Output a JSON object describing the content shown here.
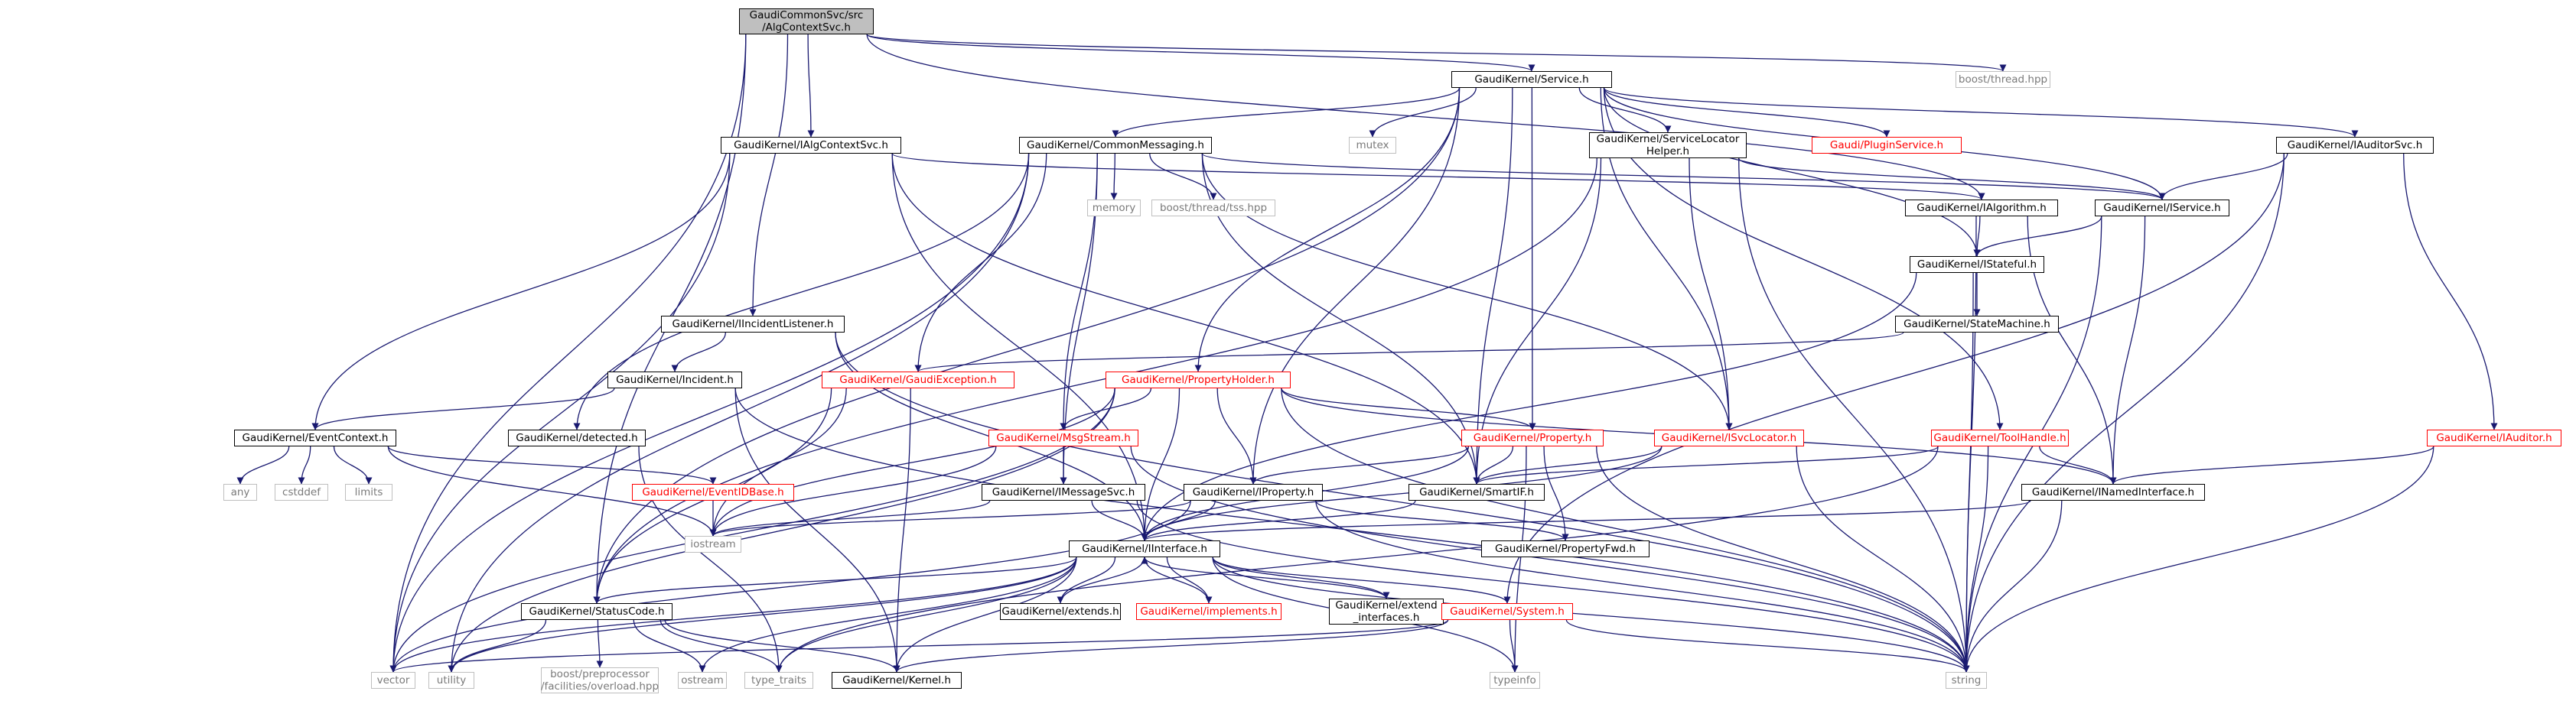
{
  "diagram": {
    "title": "GaudiCommonSvc/src/AlgContextSvc.h",
    "colors": {
      "edge": "#191970",
      "node_border": "#000000",
      "missing_file": "#ff0000",
      "external_border": "#bfbfbf",
      "external_text": "#7a7a7a",
      "root_fill": "#bfbfbf"
    },
    "nodes": [
      {
        "id": "root",
        "label": "GaudiCommonSvc/src\n/AlgContextSvc.h",
        "kind": "root"
      },
      {
        "id": "service_h",
        "label": "GaudiKernel/Service.h",
        "kind": "file"
      },
      {
        "id": "boost_thread",
        "label": "boost/thread.hpp",
        "kind": "external"
      },
      {
        "id": "ialgcontextsvc",
        "label": "GaudiKernel/IAlgContextSvc.h",
        "kind": "file"
      },
      {
        "id": "commonmessaging",
        "label": "GaudiKernel/CommonMessaging.h",
        "kind": "file"
      },
      {
        "id": "mutex",
        "label": "mutex",
        "kind": "external"
      },
      {
        "id": "servicelocatorhelper",
        "label": "GaudiKernel/ServiceLocator\nHelper.h",
        "kind": "file"
      },
      {
        "id": "pluginservice",
        "label": "Gaudi/PluginService.h",
        "kind": "missing"
      },
      {
        "id": "iauditorsvc",
        "label": "GaudiKernel/IAuditorSvc.h",
        "kind": "file"
      },
      {
        "id": "memory",
        "label": "memory",
        "kind": "external"
      },
      {
        "id": "boost_tss",
        "label": "boost/thread/tss.hpp",
        "kind": "external"
      },
      {
        "id": "ialgorithm",
        "label": "GaudiKernel/IAlgorithm.h",
        "kind": "file"
      },
      {
        "id": "iservice",
        "label": "GaudiKernel/IService.h",
        "kind": "file"
      },
      {
        "id": "istateful",
        "label": "GaudiKernel/IStateful.h",
        "kind": "file"
      },
      {
        "id": "statemachine",
        "label": "GaudiKernel/StateMachine.h",
        "kind": "file"
      },
      {
        "id": "iincidentlistener",
        "label": "GaudiKernel/IIncidentListener.h",
        "kind": "file"
      },
      {
        "id": "incident",
        "label": "GaudiKernel/Incident.h",
        "kind": "file"
      },
      {
        "id": "gaudiexception",
        "label": "GaudiKernel/GaudiException.h",
        "kind": "missing"
      },
      {
        "id": "propertyholder",
        "label": "GaudiKernel/PropertyHolder.h",
        "kind": "missing"
      },
      {
        "id": "eventcontext",
        "label": "GaudiKernel/EventContext.h",
        "kind": "file"
      },
      {
        "id": "detected",
        "label": "GaudiKernel/detected.h",
        "kind": "file"
      },
      {
        "id": "msgstream",
        "label": "GaudiKernel/MsgStream.h",
        "kind": "missing"
      },
      {
        "id": "property",
        "label": "GaudiKernel/Property.h",
        "kind": "missing"
      },
      {
        "id": "isvclocator",
        "label": "GaudiKernel/ISvcLocator.h",
        "kind": "missing"
      },
      {
        "id": "toolhandle",
        "label": "GaudiKernel/ToolHandle.h",
        "kind": "missing"
      },
      {
        "id": "iauditor",
        "label": "GaudiKernel/IAuditor.h",
        "kind": "missing"
      },
      {
        "id": "any",
        "label": "any",
        "kind": "external"
      },
      {
        "id": "cstddef",
        "label": "cstddef",
        "kind": "external"
      },
      {
        "id": "limits",
        "label": "limits",
        "kind": "external"
      },
      {
        "id": "eventidbase",
        "label": "GaudiKernel/EventIDBase.h",
        "kind": "missing"
      },
      {
        "id": "imessagesvc",
        "label": "GaudiKernel/IMessageSvc.h",
        "kind": "file"
      },
      {
        "id": "iproperty",
        "label": "GaudiKernel/IProperty.h",
        "kind": "file"
      },
      {
        "id": "smartif",
        "label": "GaudiKernel/SmartIF.h",
        "kind": "file"
      },
      {
        "id": "inamedinterface",
        "label": "GaudiKernel/INamedInterface.h",
        "kind": "file"
      },
      {
        "id": "iostream",
        "label": "iostream",
        "kind": "external"
      },
      {
        "id": "propertyfwd",
        "label": "GaudiKernel/PropertyFwd.h",
        "kind": "file"
      },
      {
        "id": "iinterface",
        "label": "GaudiKernel/IInterface.h",
        "kind": "file"
      },
      {
        "id": "statuscode",
        "label": "GaudiKernel/StatusCode.h",
        "kind": "file"
      },
      {
        "id": "extends",
        "label": "GaudiKernel/extends.h",
        "kind": "file"
      },
      {
        "id": "implements",
        "label": "GaudiKernel/implements.h",
        "kind": "missing"
      },
      {
        "id": "extend_interfaces",
        "label": "GaudiKernel/extend\n_interfaces.h",
        "kind": "file"
      },
      {
        "id": "system",
        "label": "GaudiKernel/System.h",
        "kind": "missing"
      },
      {
        "id": "vector",
        "label": "vector",
        "kind": "external"
      },
      {
        "id": "utility",
        "label": "utility",
        "kind": "external"
      },
      {
        "id": "boost_overload",
        "label": "boost/preprocessor\n/facilities/overload.hpp",
        "kind": "external"
      },
      {
        "id": "ostream",
        "label": "ostream",
        "kind": "external"
      },
      {
        "id": "type_traits",
        "label": "type_traits",
        "kind": "external"
      },
      {
        "id": "kernel",
        "label": "GaudiKernel/Kernel.h",
        "kind": "file"
      },
      {
        "id": "typeinfo",
        "label": "typeinfo",
        "kind": "external"
      },
      {
        "id": "string",
        "label": "string",
        "kind": "external"
      }
    ],
    "edges": [
      [
        "root",
        "service_h"
      ],
      [
        "root",
        "boost_thread"
      ],
      [
        "root",
        "ialgcontextsvc"
      ],
      [
        "root",
        "iincidentlistener"
      ],
      [
        "root",
        "ialgorithm"
      ],
      [
        "root",
        "statuscode"
      ],
      [
        "root",
        "vector"
      ],
      [
        "service_h",
        "commonmessaging"
      ],
      [
        "service_h",
        "mutex"
      ],
      [
        "service_h",
        "servicelocatorhelper"
      ],
      [
        "service_h",
        "pluginservice"
      ],
      [
        "service_h",
        "iauditorsvc"
      ],
      [
        "service_h",
        "iservice"
      ],
      [
        "service_h",
        "istateful"
      ],
      [
        "service_h",
        "propertyholder"
      ],
      [
        "service_h",
        "property"
      ],
      [
        "service_h",
        "isvclocator"
      ],
      [
        "service_h",
        "toolhandle"
      ],
      [
        "service_h",
        "smartif"
      ],
      [
        "service_h",
        "iproperty"
      ],
      [
        "service_h",
        "statuscode"
      ],
      [
        "ialgcontextsvc",
        "iinterface"
      ],
      [
        "ialgcontextsvc",
        "eventcontext"
      ],
      [
        "ialgcontextsvc",
        "vector"
      ],
      [
        "ialgcontextsvc",
        "ialgorithm"
      ],
      [
        "ialgcontextsvc",
        "smartif"
      ],
      [
        "commonmessaging",
        "memory"
      ],
      [
        "commonmessaging",
        "boost_tss"
      ],
      [
        "commonmessaging",
        "gaudiexception"
      ],
      [
        "commonmessaging",
        "msgstream"
      ],
      [
        "commonmessaging",
        "imessagesvc"
      ],
      [
        "commonmessaging",
        "isvclocator"
      ],
      [
        "commonmessaging",
        "detected"
      ],
      [
        "commonmessaging",
        "smartif"
      ],
      [
        "commonmessaging",
        "iservice"
      ],
      [
        "commonmessaging",
        "vector"
      ],
      [
        "commonmessaging",
        "utility"
      ],
      [
        "servicelocatorhelper",
        "isvclocator"
      ],
      [
        "servicelocatorhelper",
        "iservice"
      ],
      [
        "servicelocatorhelper",
        "string"
      ],
      [
        "servicelocatorhelper",
        "smartif"
      ],
      [
        "servicelocatorhelper",
        "statuscode"
      ],
      [
        "iauditorsvc",
        "iservice"
      ],
      [
        "iauditorsvc",
        "iauditor"
      ],
      [
        "iauditorsvc",
        "system"
      ],
      [
        "iauditorsvc",
        "string"
      ],
      [
        "ialgorithm",
        "istateful"
      ],
      [
        "ialgorithm",
        "inamedinterface"
      ],
      [
        "ialgorithm",
        "string"
      ],
      [
        "iservice",
        "istateful"
      ],
      [
        "iservice",
        "inamedinterface"
      ],
      [
        "iservice",
        "string"
      ],
      [
        "istateful",
        "statemachine"
      ],
      [
        "istateful",
        "iinterface"
      ],
      [
        "istateful",
        "string"
      ],
      [
        "statemachine",
        "gaudiexception"
      ],
      [
        "iincidentlistener",
        "incident"
      ],
      [
        "iincidentlistener",
        "iinterface"
      ],
      [
        "iincidentlistener",
        "string"
      ],
      [
        "incident",
        "eventcontext"
      ],
      [
        "incident",
        "kernel"
      ],
      [
        "incident",
        "string"
      ],
      [
        "gaudiexception",
        "kernel"
      ],
      [
        "gaudiexception",
        "statuscode"
      ],
      [
        "gaudiexception",
        "iostream"
      ],
      [
        "propertyholder",
        "property"
      ],
      [
        "propertyholder",
        "msgstream"
      ],
      [
        "propertyholder",
        "inamedinterface"
      ],
      [
        "propertyholder",
        "iproperty"
      ],
      [
        "propertyholder",
        "iinterface"
      ],
      [
        "propertyholder",
        "utility"
      ],
      [
        "propertyholder",
        "vector"
      ],
      [
        "propertyholder",
        "string"
      ],
      [
        "propertyholder",
        "iostream"
      ],
      [
        "eventcontext",
        "any"
      ],
      [
        "eventcontext",
        "cstddef"
      ],
      [
        "eventcontext",
        "limits"
      ],
      [
        "eventcontext",
        "eventidbase"
      ],
      [
        "eventcontext",
        "iostream"
      ],
      [
        "detected",
        "type_traits"
      ],
      [
        "msgstream",
        "imessagesvc"
      ],
      [
        "msgstream",
        "iostream"
      ],
      [
        "msgstream",
        "string"
      ],
      [
        "property",
        "iproperty"
      ],
      [
        "property",
        "smartif"
      ],
      [
        "property",
        "propertyfwd"
      ],
      [
        "property",
        "typeinfo"
      ],
      [
        "property",
        "string"
      ],
      [
        "property",
        "iinterface"
      ],
      [
        "isvclocator",
        "smartif"
      ],
      [
        "isvclocator",
        "string"
      ],
      [
        "isvclocator",
        "iinterface"
      ],
      [
        "toolhandle",
        "inamedinterface"
      ],
      [
        "toolhandle",
        "string"
      ],
      [
        "toolhandle",
        "type_traits"
      ],
      [
        "toolhandle",
        "smartif"
      ],
      [
        "iauditor",
        "inamedinterface"
      ],
      [
        "iauditor",
        "string"
      ],
      [
        "eventidbase",
        "iostream"
      ],
      [
        "imessagesvc",
        "iinterface"
      ],
      [
        "imessagesvc",
        "iostream"
      ],
      [
        "imessagesvc",
        "string"
      ],
      [
        "iproperty",
        "iinterface"
      ],
      [
        "iproperty",
        "propertyfwd"
      ],
      [
        "iproperty",
        "vector"
      ],
      [
        "iproperty",
        "string"
      ],
      [
        "iproperty",
        "iostream"
      ],
      [
        "smartif",
        "iinterface"
      ],
      [
        "inamedinterface",
        "iinterface"
      ],
      [
        "inamedinterface",
        "string"
      ],
      [
        "iinterface",
        "statuscode"
      ],
      [
        "iinterface",
        "extends"
      ],
      [
        "iinterface",
        "implements"
      ],
      [
        "iinterface",
        "extend_interfaces"
      ],
      [
        "iinterface",
        "system"
      ],
      [
        "iinterface",
        "kernel"
      ],
      [
        "iinterface",
        "type_traits"
      ],
      [
        "iinterface",
        "ostream"
      ],
      [
        "iinterface",
        "typeinfo"
      ],
      [
        "iinterface",
        "vector"
      ],
      [
        "iinterface",
        "utility"
      ],
      [
        "iinterface",
        "string"
      ],
      [
        "extends",
        "iinterface"
      ],
      [
        "implements",
        "iinterface"
      ],
      [
        "extend_interfaces",
        "iinterface"
      ],
      [
        "statuscode",
        "kernel"
      ],
      [
        "statuscode",
        "boost_overload"
      ],
      [
        "statuscode",
        "ostream"
      ],
      [
        "statuscode",
        "type_traits"
      ],
      [
        "statuscode",
        "utility"
      ],
      [
        "system",
        "kernel"
      ],
      [
        "system",
        "typeinfo"
      ],
      [
        "system",
        "string"
      ],
      [
        "system",
        "vector"
      ]
    ]
  }
}
